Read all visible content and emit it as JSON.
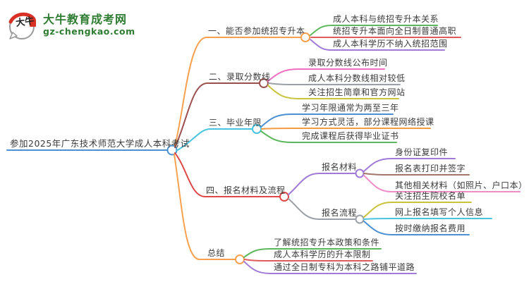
{
  "logo": {
    "title": "大牛教育成考网",
    "subtitle": "gz-chengkao.com",
    "badge_text": "大牛"
  },
  "map": {
    "root": {
      "label": "参加2025年广东技术师范大学成人本科考试"
    },
    "branches": [
      {
        "label": "一、能否参加统招专升本",
        "children": [
          {
            "label": "成人本科与统招专升本关系"
          },
          {
            "label": "统招专升本面向全日制普通高职"
          },
          {
            "label": "成人本科学历不纳入统招范围"
          }
        ]
      },
      {
        "label": "二、录取分数线",
        "children": [
          {
            "label": "录取分数线公布时间"
          },
          {
            "label": "成人本科分数线相对较低"
          },
          {
            "label": "关注招生简章和官方网站"
          }
        ]
      },
      {
        "label": "三、毕业年限",
        "children": [
          {
            "label": "学习年限通常为两至三年"
          },
          {
            "label": "学习方式灵活，部分课程网络授课"
          },
          {
            "label": "完成课程后获得毕业证书"
          }
        ]
      },
      {
        "label": "四、报名材料及流程",
        "children": [
          {
            "label": "报名材料",
            "children": [
              {
                "label": "身份证复印件"
              },
              {
                "label": "报名表打印并签字"
              },
              {
                "label": "其他相关材料（如照片、户口本）"
              }
            ]
          },
          {
            "label": "报名流程",
            "children": [
              {
                "label": "关注招生院校名单"
              },
              {
                "label": "网上报名填写个人信息"
              },
              {
                "label": "按时缴纳报名费用"
              }
            ]
          }
        ]
      },
      {
        "label": "总结",
        "children": [
          {
            "label": "了解统招专升本政策和条件"
          },
          {
            "label": "成人本科学历的升本限制"
          },
          {
            "label": "通过全日制专科为本科之路铺平道路"
          }
        ]
      }
    ]
  },
  "palette": {
    "blue": "#4a90d2",
    "orange": "#f7a14e",
    "child_orange": "#f59b40",
    "green": "#5cb85c",
    "red": "#e05c5c",
    "branch_red": "#e04848",
    "purple": "#a07ad6",
    "maroon": "#9d4f4f",
    "pink": "#ef6fc4",
    "light_pink": "#f08cc8",
    "gray": "#9aa0a6",
    "olive": "#c9c33c",
    "cyan": "#48c4e0",
    "brown": "#a3766b",
    "text": "#3b3b3b",
    "logo_green": "#2e7d32",
    "logo_red": "#d93025"
  }
}
